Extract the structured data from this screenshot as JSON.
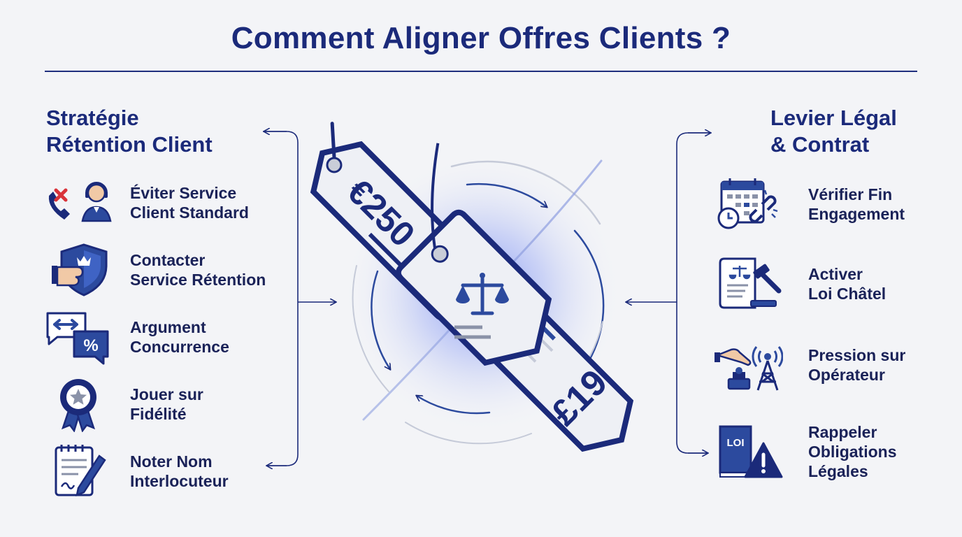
{
  "title": "Comment Aligner Offres Clients ?",
  "left": {
    "title_lines": [
      "Stratégie",
      "Rétention Client"
    ],
    "items": [
      {
        "icon": "phone-agent-icon",
        "lines": [
          "Éviter Service",
          "Client Standard"
        ]
      },
      {
        "icon": "shield-hand-icon",
        "lines": [
          "Contacter",
          "Service Rétention"
        ]
      },
      {
        "icon": "chat-arrows-percent-icon",
        "lines": [
          "Argument",
          "Concurrence"
        ]
      },
      {
        "icon": "award-ribbon-icon",
        "lines": [
          "Jouer sur",
          "Fidélité"
        ]
      },
      {
        "icon": "notepad-pen-icon",
        "lines": [
          "Noter Nom",
          "Interlocuteur"
        ]
      }
    ]
  },
  "right": {
    "title_lines": [
      "Levier Légal",
      "& Contrat"
    ],
    "items": [
      {
        "icon": "calendar-broken-chain-icon",
        "lines": [
          "Vérifier Fin",
          "Engagement"
        ]
      },
      {
        "icon": "law-document-gavel-icon",
        "lines": [
          "Activer",
          "Loi Châtel"
        ]
      },
      {
        "icon": "hand-button-antenna-icon",
        "lines": [
          "Pression sur",
          "Opérateur"
        ]
      },
      {
        "icon": "law-book-warning-icon",
        "lines": [
          "Rappeler",
          "Obligations",
          "Légales"
        ],
        "book_label": "LOI"
      }
    ]
  },
  "center": {
    "tag_high": "€250",
    "tag_low": "£19",
    "scale_icon": "scale-balance-icon"
  },
  "colors": {
    "navy": "#1b2a7a",
    "blue": "#2c4a9e",
    "glow": "#7b8ff0",
    "tag_fill": "#eef0f5"
  }
}
